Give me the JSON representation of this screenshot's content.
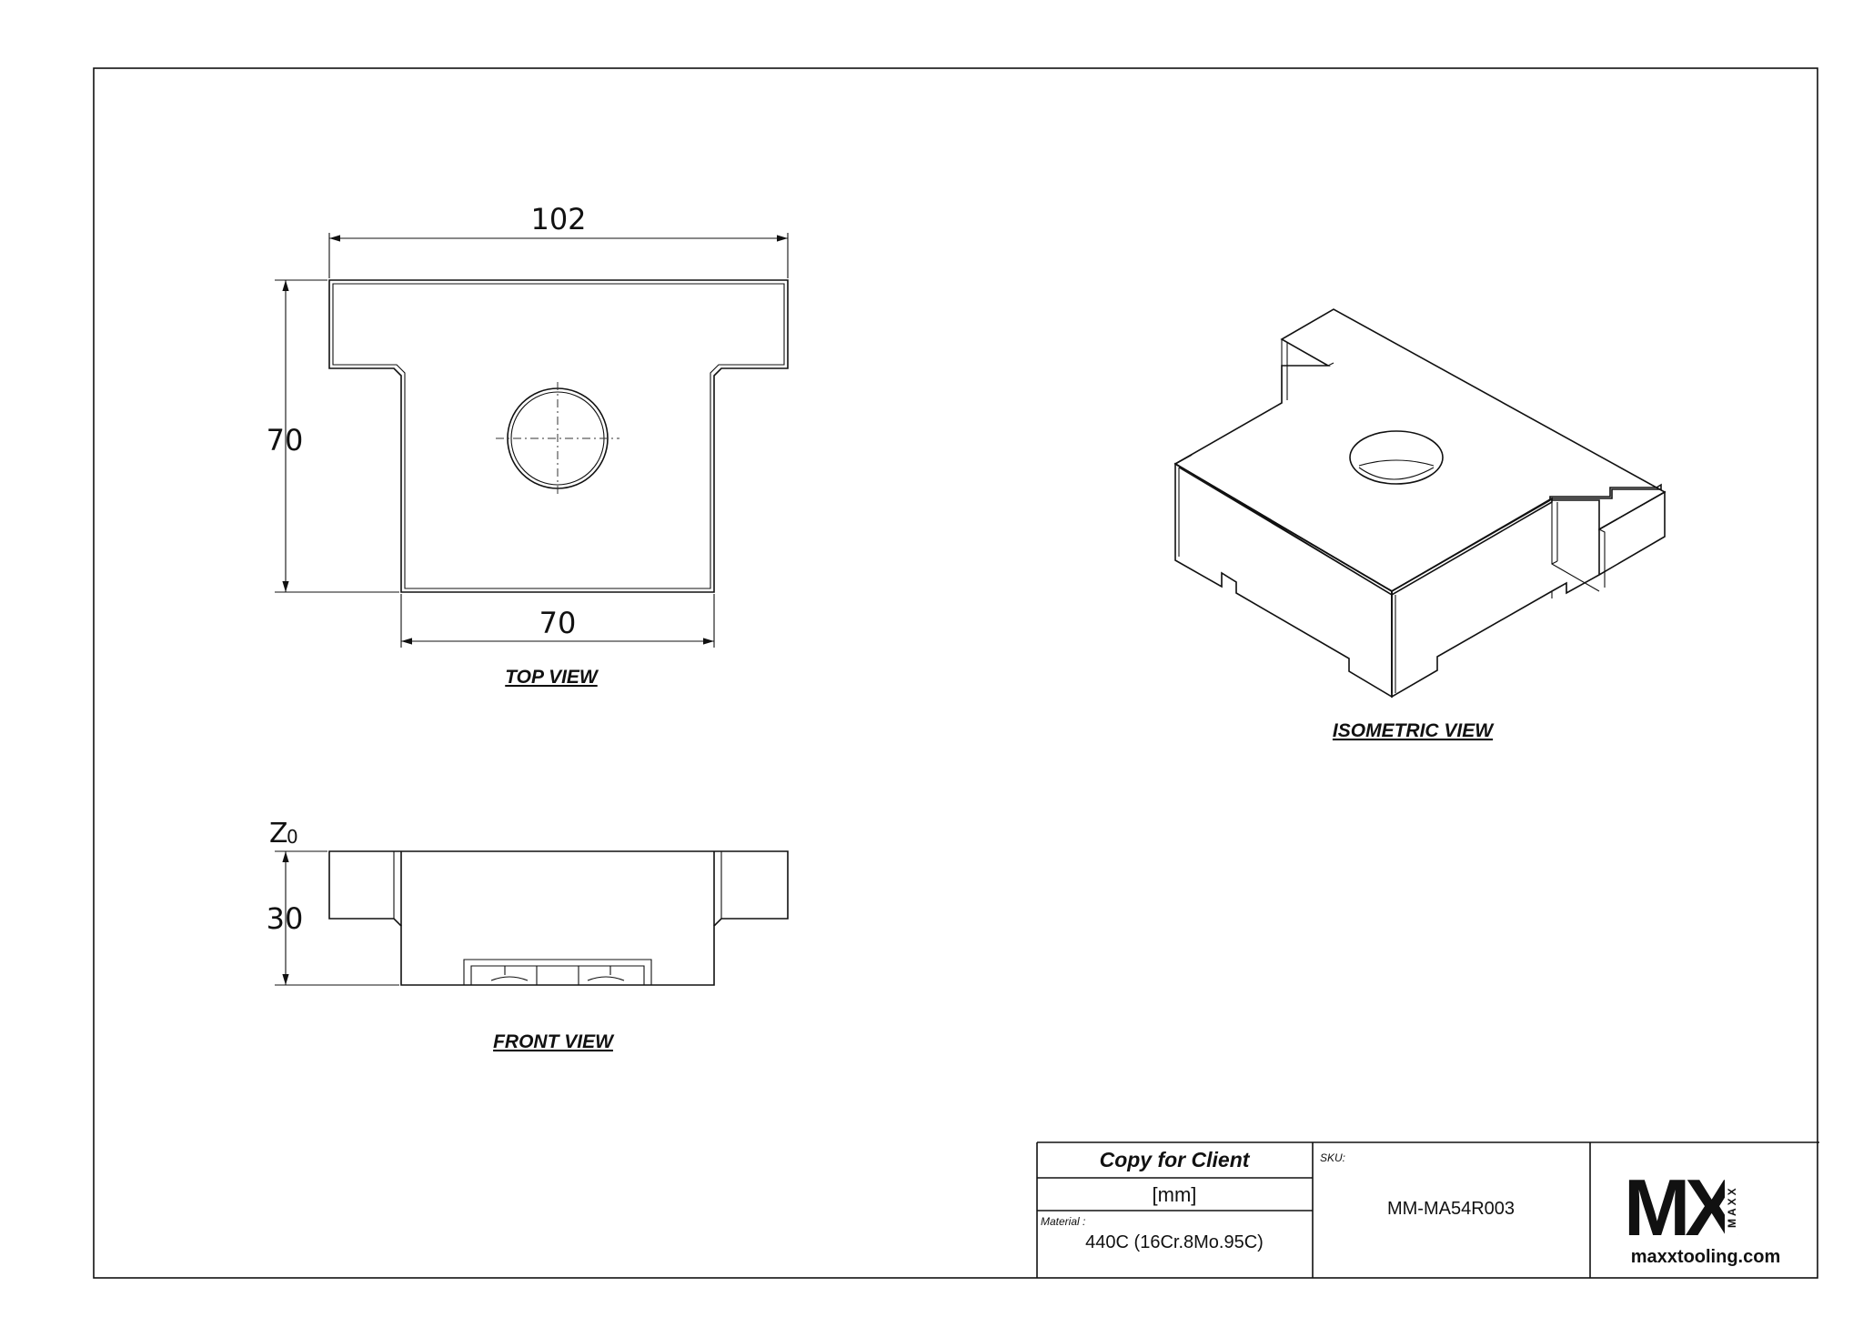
{
  "views": {
    "top": {
      "label": "TOP VIEW",
      "dim_width": "102",
      "dim_height": "70",
      "dim_bottom_width": "70"
    },
    "front": {
      "label": "FRONT VIEW",
      "dim_height": "30",
      "origin_label": "Z",
      "origin_sub": "0"
    },
    "isometric": {
      "label": "ISOMETRIC VIEW"
    }
  },
  "title_block": {
    "copy": "Copy for Client",
    "units": "[mm]",
    "material_caption": "Material :",
    "material_value": "440C (16Cr.8Mo.95C)",
    "sku_caption": "SKU:",
    "sku_value": "MM-MA54R003",
    "logo_text": "MX",
    "logo_small": "MAXX",
    "website": "maxxtooling.com"
  }
}
